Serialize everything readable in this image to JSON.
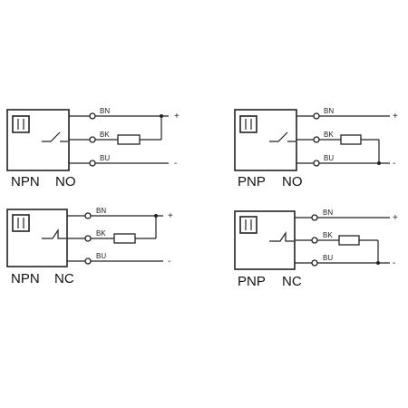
{
  "wire_labels": {
    "brown": "BN",
    "black": "BK",
    "blue": "BU"
  },
  "signs": {
    "plus": "+",
    "minus": "-"
  },
  "diagrams": [
    {
      "type": "NPN",
      "contact": "NO"
    },
    {
      "type": "PNP",
      "contact": "NO"
    },
    {
      "type": "NPN",
      "contact": "NC"
    },
    {
      "type": "PNP",
      "contact": "NC"
    }
  ]
}
